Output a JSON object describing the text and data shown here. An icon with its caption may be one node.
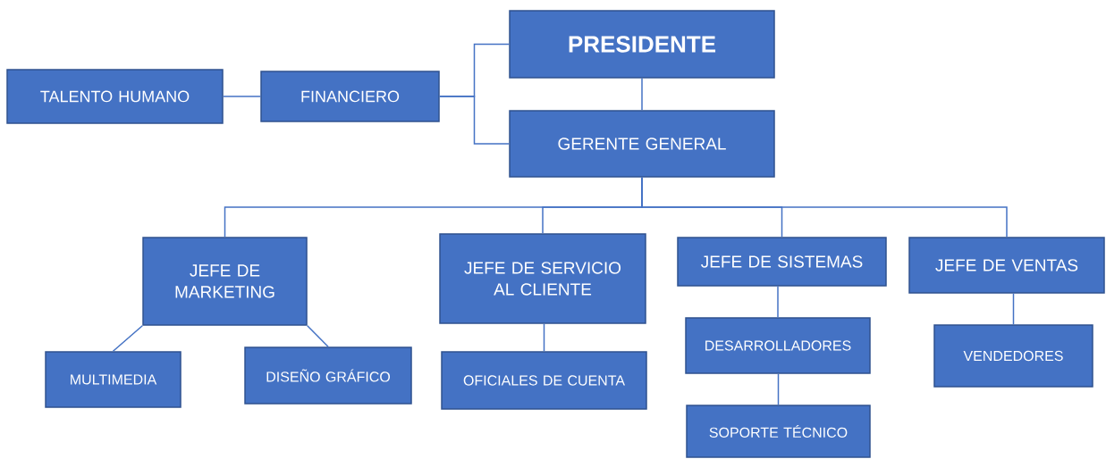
{
  "diagram": {
    "nodes": [
      {
        "text": [
          "PRESIDENTE"
        ]
      },
      {
        "text": [
          "TALENTO HUMANO"
        ]
      },
      {
        "text": [
          "FINANCIERO"
        ]
      },
      {
        "text": [
          "GERENTE GENERAL"
        ]
      },
      {
        "text": [
          "JEFE DE MARKETING"
        ]
      },
      {
        "text": [
          "JEFE DE SERVICIO AL CLIENTE"
        ]
      },
      {
        "text": [
          "JEFE DE SISTEMAS"
        ]
      },
      {
        "text": [
          "JEFE DE VENTAS"
        ]
      },
      {
        "text": [
          "MULTIMEDIA"
        ]
      },
      {
        "text": [
          "DISEÑO GRÁFICO"
        ]
      },
      {
        "text": [
          "OFICIALES DE CUENTA"
        ]
      },
      {
        "text": [
          "DESARROLLADORES"
        ]
      },
      {
        "text": [
          "VENDEDORES"
        ]
      },
      {
        "text": [
          "SOPORTE TÉCNICO"
        ]
      }
    ],
    "edges": [
      {
        "from": 0,
        "to": 3,
        "arrow": "none"
      },
      {
        "from": 1,
        "to": 2,
        "arrow": "none"
      },
      {
        "from": 2,
        "to": 0,
        "arrow": "none"
      },
      {
        "from": 2,
        "to": 3,
        "arrow": "none"
      },
      {
        "from": 3,
        "to": 4,
        "arrow": "none"
      },
      {
        "from": 3,
        "to": 5,
        "arrow": "none"
      },
      {
        "from": 3,
        "to": 6,
        "arrow": "none"
      },
      {
        "from": 3,
        "to": 7,
        "arrow": "none"
      },
      {
        "from": 4,
        "to": 8,
        "arrow": "none"
      },
      {
        "from": 4,
        "to": 9,
        "arrow": "none"
      },
      {
        "from": 5,
        "to": 10,
        "arrow": "none"
      },
      {
        "from": 6,
        "to": 11,
        "arrow": "none"
      },
      {
        "from": 11,
        "to": 13,
        "arrow": "none"
      },
      {
        "from": 7,
        "to": 12,
        "arrow": "none"
      }
    ]
  }
}
